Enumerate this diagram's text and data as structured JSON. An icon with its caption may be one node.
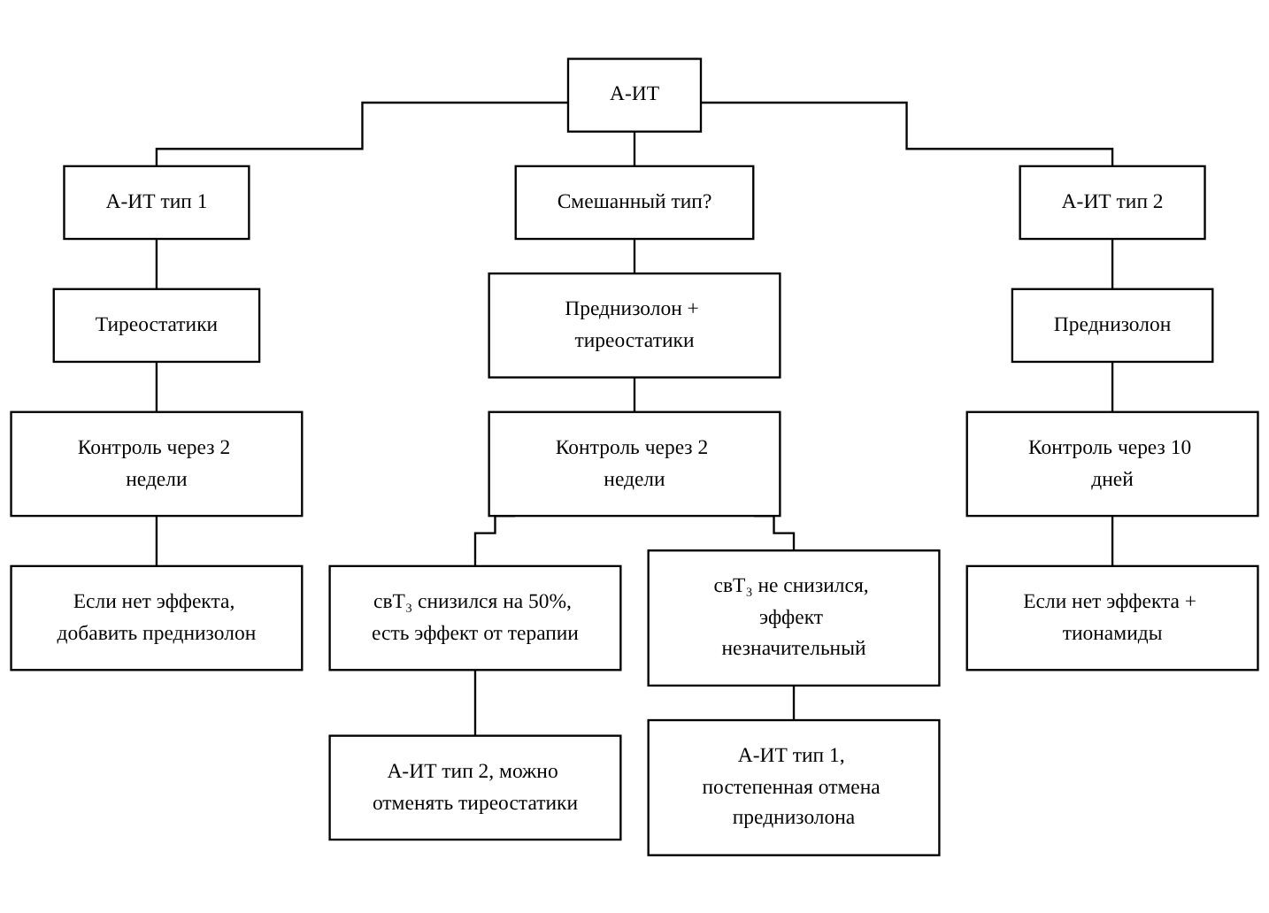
{
  "diagram": {
    "nodes": [
      {
        "text": [
          "А-ИТ"
        ]
      },
      {
        "text": [
          "А-ИТ тип 1"
        ]
      },
      {
        "text": [
          "Смешанный тип?"
        ]
      },
      {
        "text": [
          "А-ИТ тип 2"
        ]
      },
      {
        "text": [
          "Тиреостатики"
        ]
      },
      {
        "text": [
          "Контроль через 2 недели"
        ]
      },
      {
        "text": [
          "Если нет эффекта, добавить преднизолон"
        ]
      },
      {
        "text": [
          "Преднизолон + тиреостатики"
        ]
      },
      {
        "text": [
          "Контроль через 2 недели"
        ]
      },
      {
        "text": [
          "свТ₃ снизился на 50%, есть эффект от терапии"
        ]
      },
      {
        "text": [
          "свТ₃ не снизился, эффект незначительный"
        ]
      },
      {
        "text": [
          "А-ИТ тип 2, можно отменять тиреостатики"
        ]
      },
      {
        "text": [
          "А-ИТ тип 1, постепенная отмена преднизолона"
        ]
      },
      {
        "text": [
          "Преднизолон"
        ]
      },
      {
        "text": [
          "Контроль через 10 дней"
        ]
      },
      {
        "text": [
          "Если нет эффекта + тионамиды"
        ]
      }
    ],
    "edges": [
      {
        "from": 0,
        "to": 1,
        "arrow": "none"
      },
      {
        "from": 0,
        "to": 2,
        "arrow": "none"
      },
      {
        "from": 0,
        "to": 3,
        "arrow": "none"
      },
      {
        "from": 1,
        "to": 4,
        "arrow": "none"
      },
      {
        "from": 4,
        "to": 5,
        "arrow": "none"
      },
      {
        "from": 5,
        "to": 6,
        "arrow": "none"
      },
      {
        "from": 2,
        "to": 7,
        "arrow": "none"
      },
      {
        "from": 7,
        "to": 8,
        "arrow": "none"
      },
      {
        "from": 8,
        "to": 9,
        "arrow": "none"
      },
      {
        "from": 8,
        "to": 10,
        "arrow": "none"
      },
      {
        "from": 9,
        "to": 11,
        "arrow": "none"
      },
      {
        "from": 10,
        "to": 12,
        "arrow": "none"
      },
      {
        "from": 3,
        "to": 13,
        "arrow": "none"
      },
      {
        "from": 13,
        "to": 14,
        "arrow": "none"
      },
      {
        "from": 14,
        "to": 15,
        "arrow": "none"
      }
    ]
  }
}
